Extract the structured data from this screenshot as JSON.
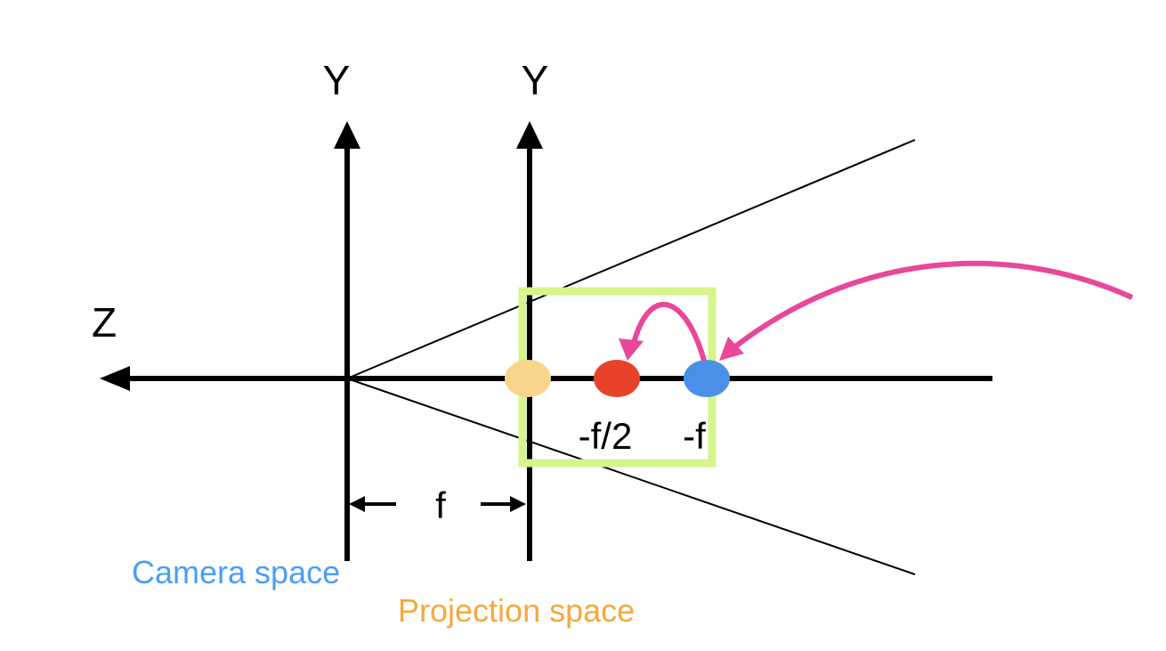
{
  "labels": {
    "camera_y_axis": "Y",
    "projection_y_axis": "Y",
    "z_axis": "Z",
    "focal_length": "f",
    "half_focal_point": "-f/2",
    "focal_point": "-f"
  },
  "legend": {
    "camera_space": "Camera space",
    "projection_space": "Projection space"
  },
  "colors": {
    "camera_space": "#4a9ff5",
    "projection_space": "#f5a93b",
    "projection_point": "#f8d58a",
    "half_focal_point": "#e8432a",
    "focal_point": "#4a90e8",
    "highlight_box": "#d6f58a",
    "mapping_arrow": "#e8479a"
  }
}
